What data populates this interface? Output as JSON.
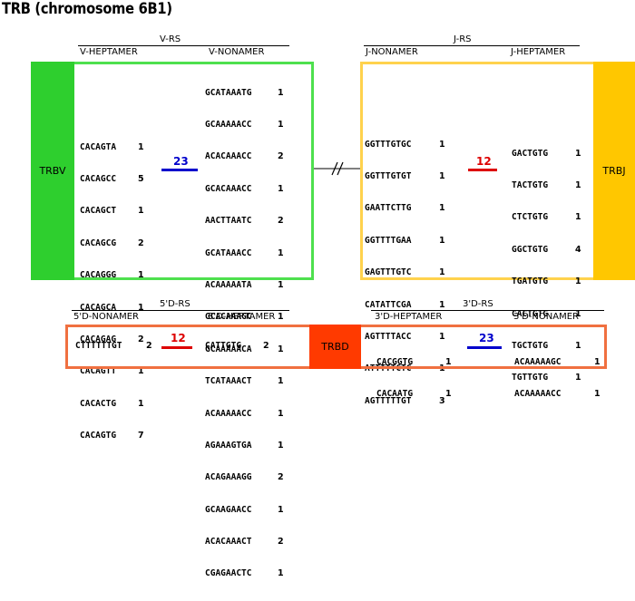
{
  "title": "TRB (chromosome 6B1)",
  "colors": {
    "green": "#2ecf2e",
    "yellow": "#ffc700",
    "yellow_border": "#ffd24d",
    "orange": "#f07040",
    "red_fill": "#ff3a00",
    "blue": "#0000cc",
    "red": "#dd0000"
  },
  "vrs": {
    "group": "V-RS",
    "heptamer_header": "V-HEPTAMER",
    "nonamer_header": "V-NONAMER",
    "gene": "TRBV",
    "spacer": "23",
    "heptamers": [
      {
        "seq": "CACAGTA",
        "n": "1"
      },
      {
        "seq": "CACAGCC",
        "n": "5"
      },
      {
        "seq": "CACAGCT",
        "n": "1"
      },
      {
        "seq": "CACAGCG",
        "n": "2"
      },
      {
        "seq": "CACAGGG",
        "n": "1"
      },
      {
        "seq": "CACAGCA",
        "n": "1"
      },
      {
        "seq": "CACAGAG",
        "n": "2"
      },
      {
        "seq": "CACAGTT",
        "n": "1"
      },
      {
        "seq": "CACACTG",
        "n": "1"
      },
      {
        "seq": "CACAGTG",
        "n": "7"
      }
    ],
    "nonamers": [
      {
        "seq": "GCATAAATG",
        "n": "1"
      },
      {
        "seq": "GCAAAAACC",
        "n": "1"
      },
      {
        "seq": "ACACAAACC",
        "n": "2"
      },
      {
        "seq": "GCACAAACC",
        "n": "1"
      },
      {
        "seq": "AACTTAATC",
        "n": "2"
      },
      {
        "seq": "GCATAAACC",
        "n": "1"
      },
      {
        "seq": "ACAAAAATA",
        "n": "1"
      },
      {
        "seq": "GCACAAAGC",
        "n": "1"
      },
      {
        "seq": "GCAAAAACA",
        "n": "1"
      },
      {
        "seq": "TCATAAACT",
        "n": "1"
      },
      {
        "seq": "ACAAAAACC",
        "n": "1"
      },
      {
        "seq": "AGAAAGTGA",
        "n": "1"
      },
      {
        "seq": "ACAGAAAGG",
        "n": "2"
      },
      {
        "seq": "GCAAGAACC",
        "n": "1"
      },
      {
        "seq": "ACACAAACT",
        "n": "2"
      },
      {
        "seq": "CGAGAACTC",
        "n": "1"
      }
    ]
  },
  "jrs": {
    "group": "J-RS",
    "nonamer_header": "J-NONAMER",
    "heptamer_header": "J-HEPTAMER",
    "gene": "TRBJ",
    "spacer": "12",
    "nonamers": [
      {
        "seq": "GGTTTGTGC",
        "n": "1"
      },
      {
        "seq": "GGTTTGTGT",
        "n": "1"
      },
      {
        "seq": "GAATTCTTG",
        "n": "1"
      },
      {
        "seq": "GGTTTTGAA",
        "n": "1"
      },
      {
        "seq": "GAGTTTGTC",
        "n": "1"
      },
      {
        "seq": "CATATTCGA",
        "n": "1"
      },
      {
        "seq": "AGTTTTACC",
        "n": "1"
      },
      {
        "seq": "ATTTTTCTC",
        "n": "1"
      },
      {
        "seq": "AGTTTTTGT",
        "n": "3"
      }
    ],
    "heptamers": [
      {
        "seq": "GACTGTG",
        "n": "1"
      },
      {
        "seq": "TACTGTG",
        "n": "1"
      },
      {
        "seq": "CTCTGTG",
        "n": "1"
      },
      {
        "seq": "GGCTGTG",
        "n": "4"
      },
      {
        "seq": "TGATGTG",
        "n": "1"
      },
      {
        "seq": "CACTGTG",
        "n": "1"
      },
      {
        "seq": "TGCTGTG",
        "n": "1"
      },
      {
        "seq": "TGTTGTG",
        "n": "1"
      }
    ]
  },
  "d5": {
    "group": "5'D-RS",
    "nonamer_header": "5'D-NONAMER",
    "heptamer_header": "5'D-HEPTAMER",
    "nonamer": {
      "seq": "CTTTTTTGT",
      "n": "2"
    },
    "spacer": "12",
    "heptamer": {
      "seq": "CATTGTG",
      "n": "2"
    }
  },
  "d_gene": "TRBD",
  "d3": {
    "group": "3'D-RS",
    "heptamer_header": "3'D-HEPTAMER",
    "nonamer_header": "3'D-NONAMER",
    "heptamers": [
      {
        "seq": "CACGGTG",
        "n": "1"
      },
      {
        "seq": "CACAATG",
        "n": "1"
      }
    ],
    "spacer": "23",
    "nonamers": [
      {
        "seq": "ACAAAAAGC",
        "n": "1"
      },
      {
        "seq": "ACAAAAACC",
        "n": "1"
      }
    ]
  }
}
